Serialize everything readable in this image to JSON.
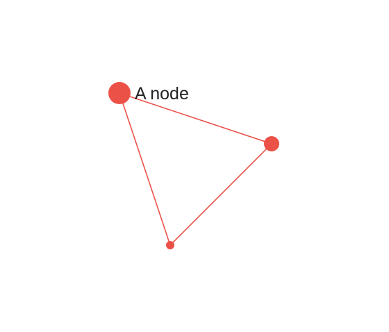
{
  "graph": {
    "color": "#ec5148",
    "nodes": [
      {
        "id": "n0",
        "label": "A node"
      },
      {
        "id": "n1",
        "label": ""
      },
      {
        "id": "n2",
        "label": ""
      }
    ],
    "edges": [
      {
        "source": "n0",
        "target": "n1"
      },
      {
        "source": "n1",
        "target": "n2"
      },
      {
        "source": "n2",
        "target": "n0"
      }
    ]
  }
}
